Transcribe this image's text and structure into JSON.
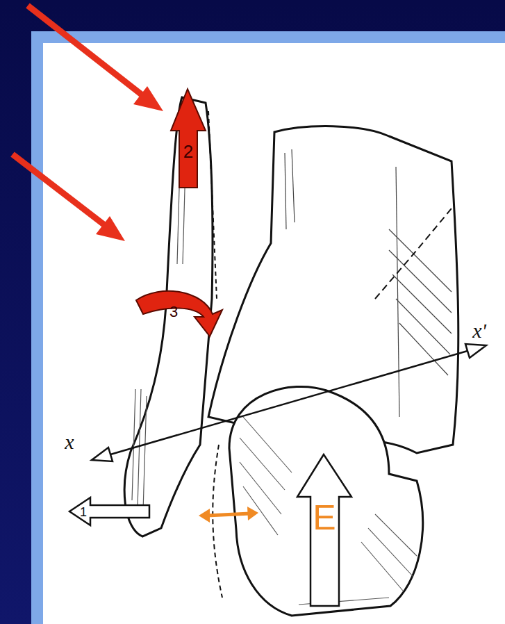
{
  "diagram": {
    "labels": [
      "2",
      "3",
      "x'",
      "x",
      "E",
      "1"
    ]
  }
}
